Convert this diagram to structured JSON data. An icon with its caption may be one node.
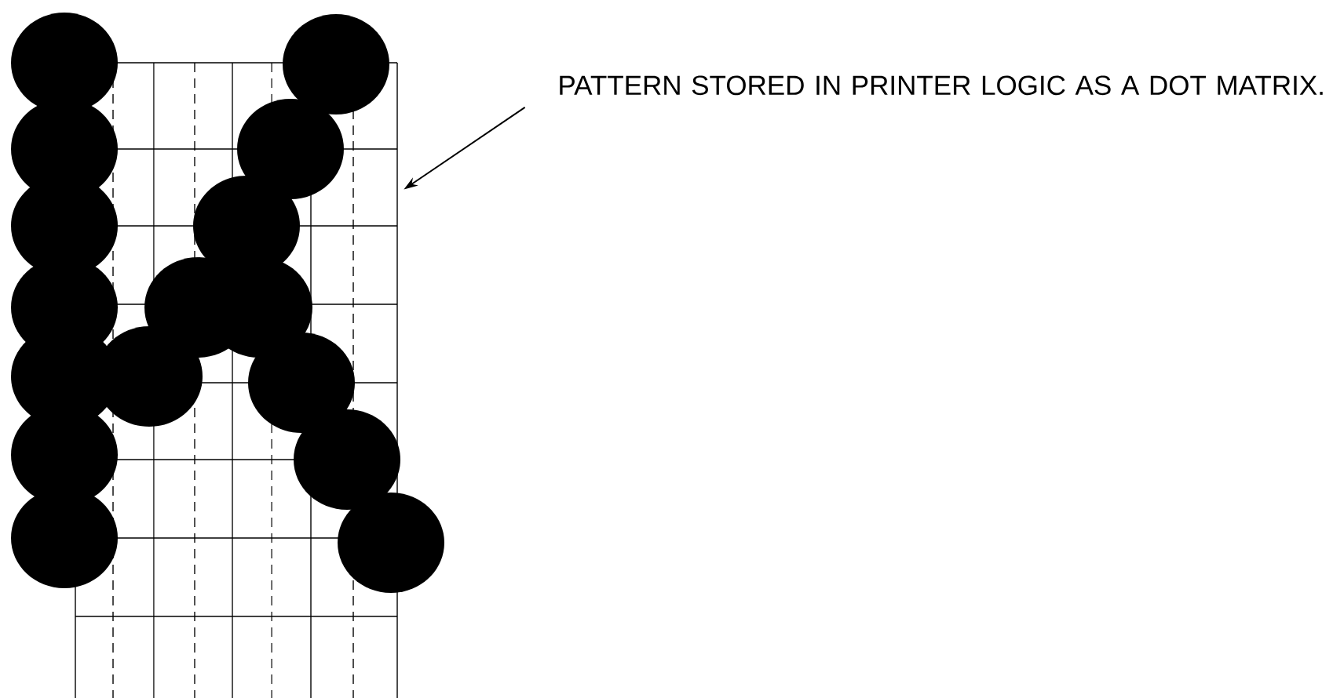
{
  "diagram": {
    "nodes": [
      {
        "text": [
          "PATTERN STORED IN PRINTER LOGIC AS A DOT MATRIX."
        ]
      },
      {
        "text": [],
        "shape": "picture"
      }
    ],
    "edges": [
      {
        "from": 0,
        "to": 1,
        "arrow": "to"
      }
    ]
  }
}
